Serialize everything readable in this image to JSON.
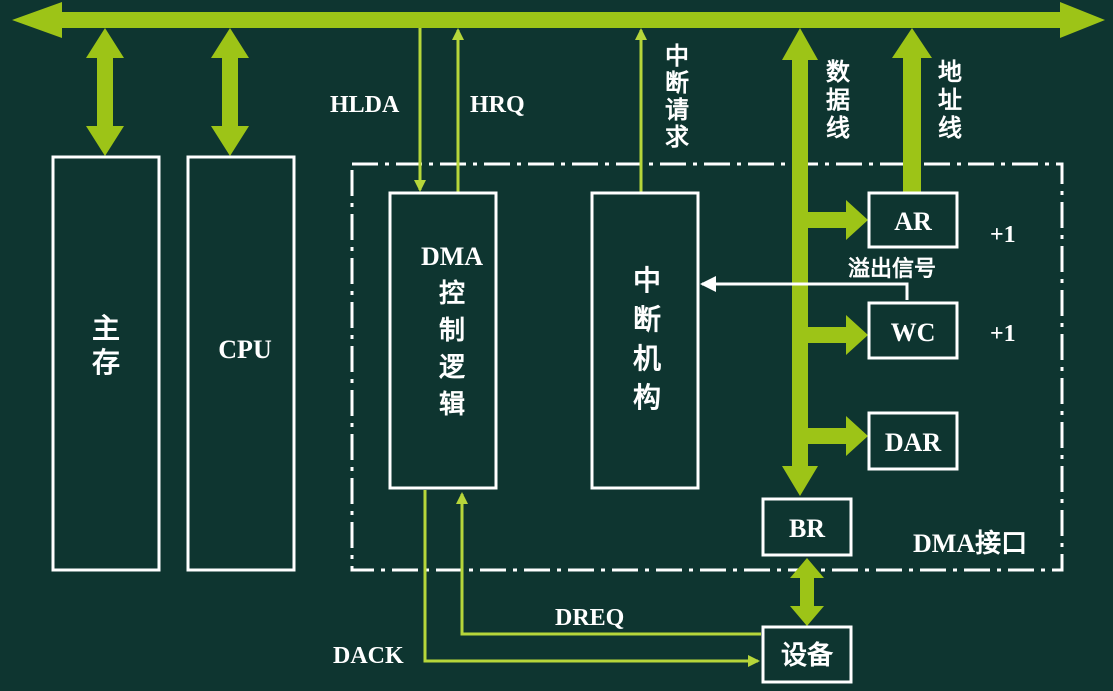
{
  "colors": {
    "background": "#0e3530",
    "bus": "#9dc417",
    "thin_line": "#b6d63a",
    "box": "#ffffff",
    "text": "#ffffff"
  },
  "blocks": {
    "main_memory": "主\n\n\n存",
    "cpu": "CPU",
    "dma_control": "DMA\n控\n制\n逻\n辑",
    "interrupt": "中\n断\n机\n构",
    "ar": "AR",
    "wc": "WC",
    "dar": "DAR",
    "br": "BR",
    "device": "设备"
  },
  "signals": {
    "hlda": "HLDA",
    "hrq": "HRQ",
    "int_request": "中\n断\n请\n求",
    "data_line": "数\n据\n线",
    "addr_line": "地\n址\n线",
    "plus_one_ar": "+1",
    "plus_one_wc": "+1",
    "overflow": "溢出信号",
    "dreq": "DREQ",
    "dack": "DACK"
  },
  "dma_interface_label": "DMA接口"
}
